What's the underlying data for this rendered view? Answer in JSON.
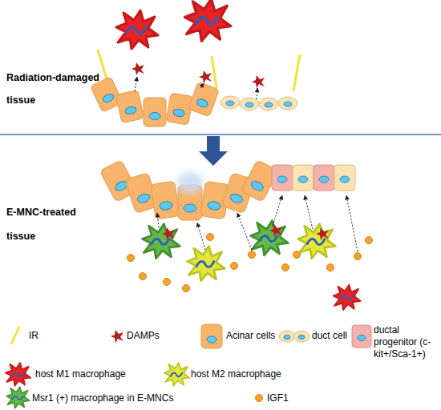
{
  "diagram": {
    "labels": [
      "Radiation-damaged tissue",
      "E-MNC-treated tissue"
    ],
    "legend": [
      {
        "text": "IR"
      },
      {
        "text": "DAMPs"
      },
      {
        "text": "Acinar cells"
      },
      {
        "text": "duct cell"
      },
      {
        "text": "ductal progenitor (c-kit+/Sca-1+)"
      },
      {
        "text": "host M1 macrophage"
      },
      {
        "text": "host M2 macrophage"
      },
      {
        "text": "Msr1 (+) macrophage in E-MNCs"
      },
      {
        "text": "IGF1"
      }
    ]
  }
}
